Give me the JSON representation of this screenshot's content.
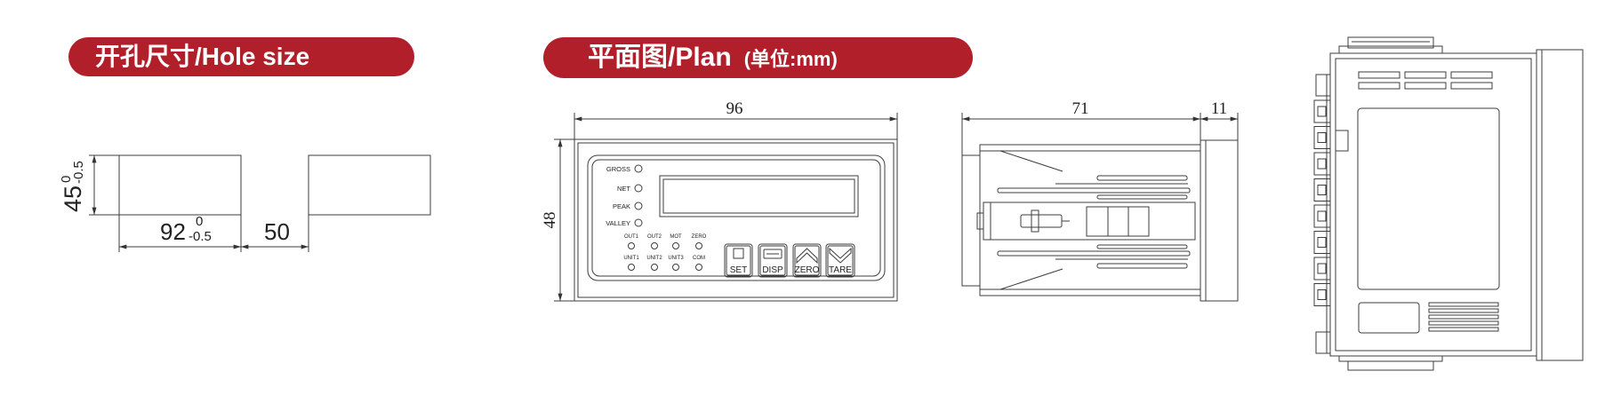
{
  "headers": {
    "hole_size": "开孔尺寸/Hole size",
    "plan": "平面图/Plan",
    "plan_unit": "(单位:mm)"
  },
  "colors": {
    "header_bg": "#b11f2b",
    "header_text": "#ffffff",
    "line": "#3c3c3c"
  },
  "hole_size": {
    "height": {
      "nominal": "45",
      "upper_tolerance": "0",
      "lower_tolerance": "-0.5"
    },
    "width": {
      "nominal": "92",
      "upper_tolerance": "0",
      "lower_tolerance": "-0.5"
    },
    "spacing": "50"
  },
  "front_view": {
    "width": "96",
    "height": "48",
    "indicators": [
      "GROSS",
      "NET",
      "PEAK",
      "VALLEY"
    ],
    "status_row_1": [
      "OUT1",
      "OUT2",
      "MOT",
      "ZERO"
    ],
    "status_row_2": [
      "UNIT1",
      "UNIT2",
      "UNIT3",
      "COM"
    ],
    "keys": [
      {
        "label": "SET",
        "icon": "square-icon"
      },
      {
        "label": "DISP",
        "icon": "display-icon"
      },
      {
        "label": "ZERO",
        "icon": "chevron-up-icon"
      },
      {
        "label": "TARE",
        "icon": "chevron-down-icon"
      }
    ]
  },
  "side_view": {
    "depth": "71",
    "bezel_depth": "11"
  }
}
